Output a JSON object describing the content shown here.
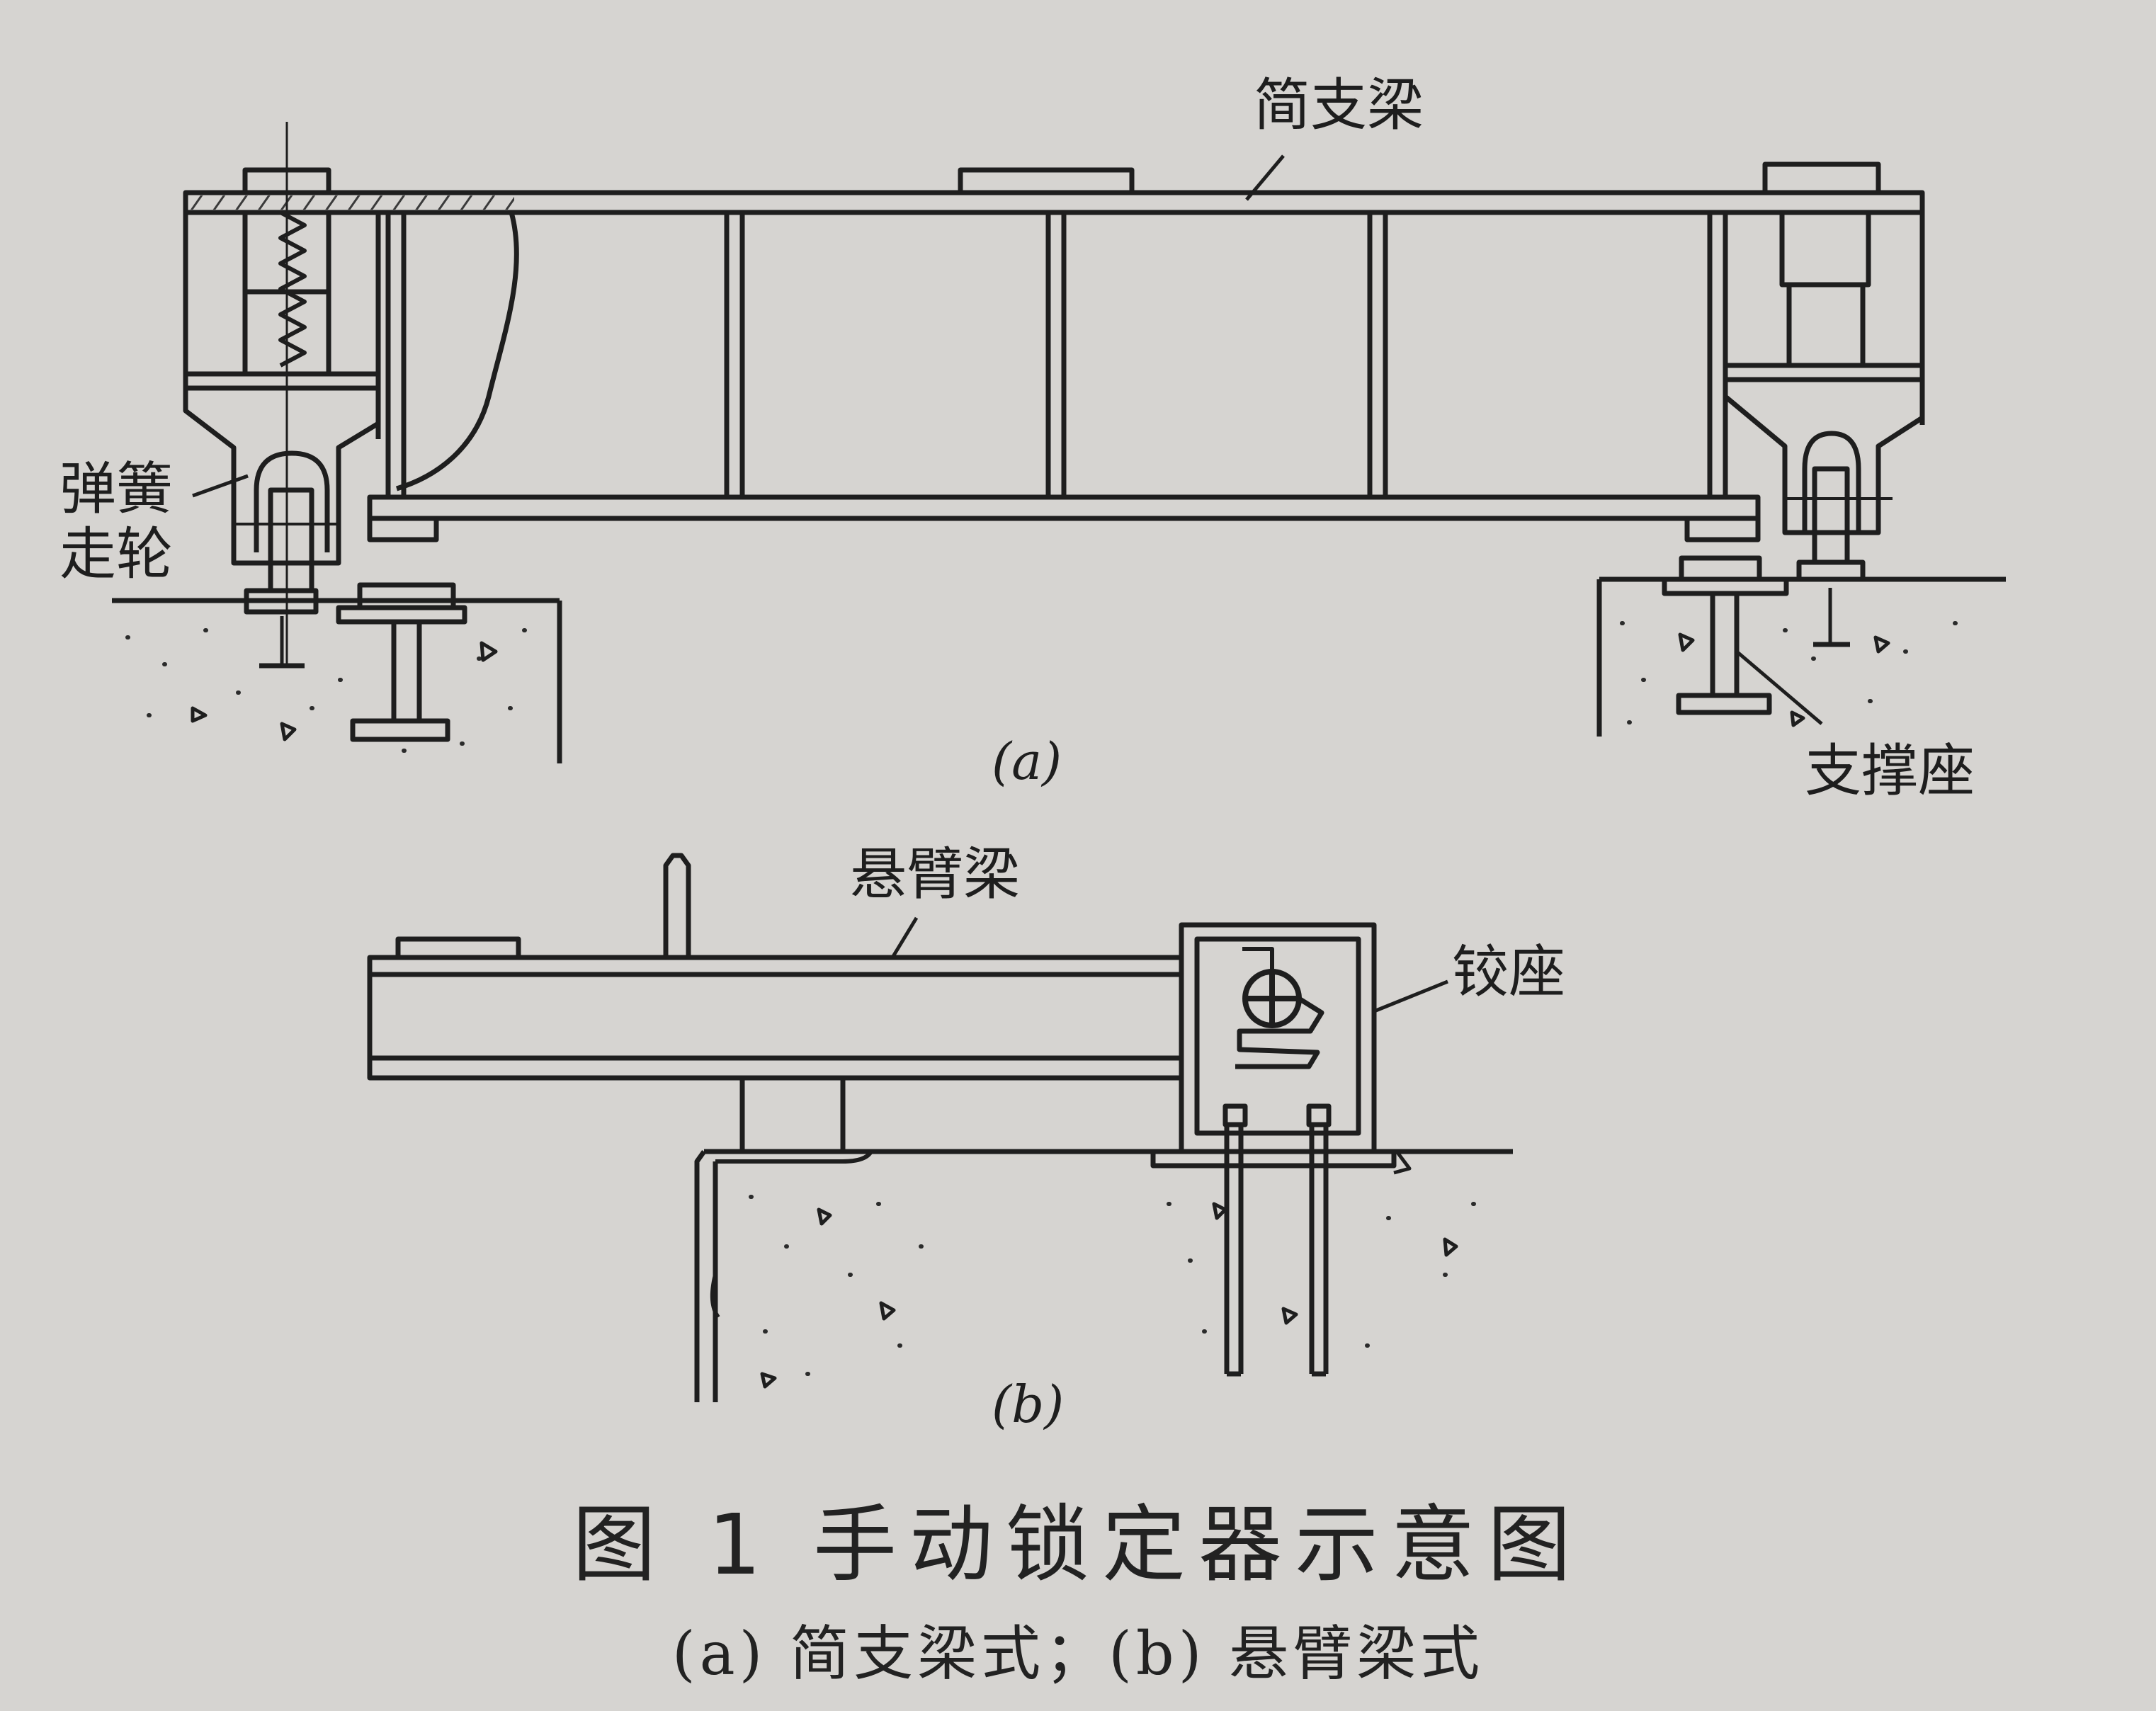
{
  "labels": {
    "simple_beam": "简支梁",
    "spring_wheel_line1": "弹簧",
    "spring_wheel_line2": "走轮",
    "support_seat": "支撑座",
    "cantilever_beam": "悬臂梁",
    "hinge_seat": "铰座"
  },
  "subfigure_labels": {
    "a": "(a)",
    "b": "(b)"
  },
  "caption": {
    "title": "图 1  手动锁定器示意图",
    "subtitle": "(a) 简支梁式；(b) 悬臂梁式"
  },
  "colors": {
    "background": "#d6d4d1",
    "ink": "#1e1e1e",
    "hatch": "#3a3a3a"
  }
}
